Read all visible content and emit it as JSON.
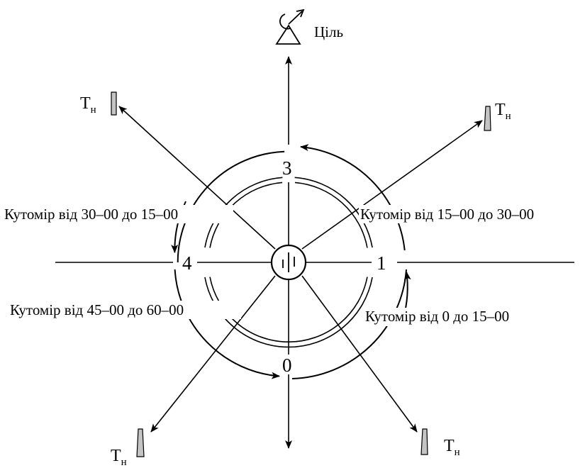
{
  "diagram": {
    "target_label": "Ціль",
    "marker_label": "Т",
    "marker_subscript": "н",
    "quadrant_numbers": {
      "top": "3",
      "right": "1",
      "bottom": "0",
      "left": "4"
    },
    "sector_labels": {
      "top_left": "Кутомір від 30–00  до 15–00",
      "top_right": "Кутомір від 15–00 до 30–00",
      "bottom_left": "Кутомір від 45–00 до 60–00",
      "bottom_right": "Кутомір від 0 до 15–00"
    }
  }
}
